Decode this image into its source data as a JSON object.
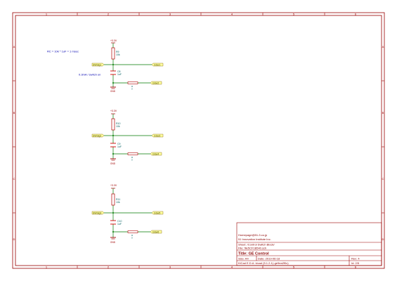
{
  "colors": {
    "frame": "#9a0000",
    "wire": "#007a00",
    "component": "#b00000",
    "label_text": "#006060",
    "power": "#a00000",
    "note": "#0000b0",
    "cap": "#d00000"
  },
  "border": {
    "top_numbers": [
      "1",
      "2",
      "3",
      "4",
      "5",
      "6"
    ],
    "bottom_numbers": [
      "1",
      "2",
      "3",
      "4",
      "5",
      "6"
    ],
    "left_letters": [
      "A",
      "B",
      "C",
      "D"
    ],
    "right_letters": [
      "A",
      "B",
      "C",
      "D"
    ]
  },
  "notes": {
    "rc": "RC = 10k * 1uF = 1 msec",
    "current": "0.3mA / switch on"
  },
  "blocks": [
    {
      "power": "+3.3V",
      "resistor_ref": "R9",
      "resistor_val": "10k",
      "input_label": "SWSig1",
      "cap_ref": "C8",
      "cap_val": "1uF",
      "gnd": "GND",
      "output_top": "GSw1",
      "output_bottom": "GSw2",
      "mini_ref": "R",
      "mini_val": "0"
    },
    {
      "power": "+3.3V",
      "resistor_ref": "R10",
      "resistor_val": "10k",
      "input_label": "SWSig2",
      "cap_ref": "C9",
      "cap_val": "1uF",
      "gnd": "GND",
      "output_top": "GSw3",
      "output_bottom": "GSw4",
      "mini_ref": "R",
      "mini_val": "0"
    },
    {
      "power": "+3.3V",
      "resistor_ref": "R11",
      "resistor_val": "10k",
      "input_label": "SWSig3",
      "cap_ref": "C10",
      "cap_val": "1uF",
      "gnd": "GND",
      "output_top": "GSw5",
      "output_bottom": "GSw6",
      "mini_ref": "R",
      "mini_val": "0"
    }
  ],
  "title_block": {
    "line1": "Homepage@51-3.co.jp",
    "line2": "51 Innovation Institute Inc.",
    "sheet": "Sheet: /Control Switch Block/",
    "file": "File: file5CF1B540.sch",
    "title": "Title: GE Control",
    "size": "Size: A4",
    "date": "Date: 2019-06-18",
    "rev": "Rev: 4",
    "kicad": "KiCad E.D.A.  kicad (5.1.2-1)-ge9ea2f0c)",
    "id": "Id: 2/5"
  }
}
